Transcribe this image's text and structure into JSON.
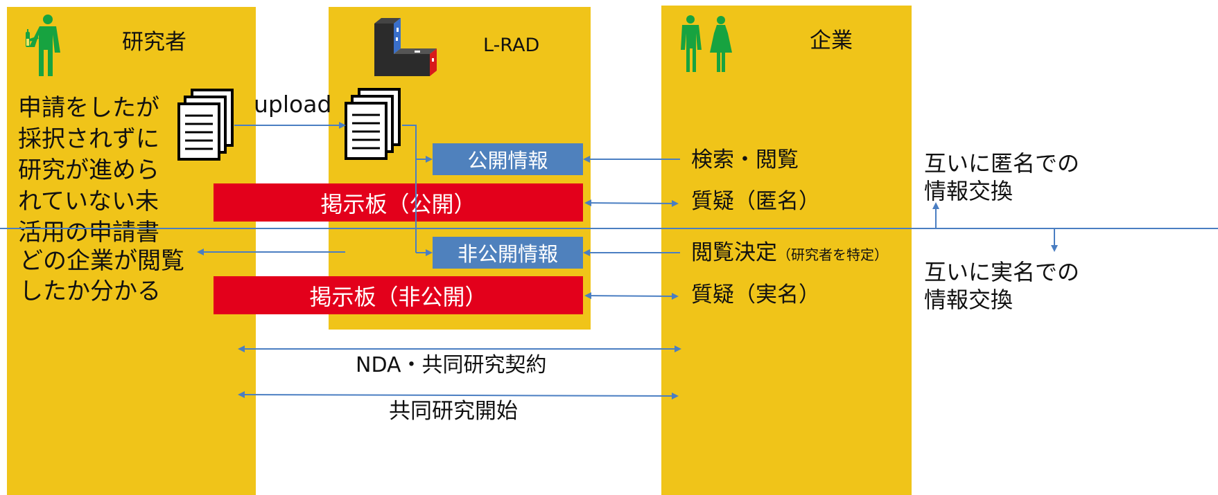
{
  "columns": {
    "researcher": {
      "title": "研究者"
    },
    "lrad": {
      "title": "L-RAD"
    },
    "company": {
      "title": "企業"
    }
  },
  "researcher_note": [
    "申請をしたが",
    "採択されずに",
    "研究が進めら",
    "れていない未",
    "活用の申請書"
  ],
  "upload_label": "upload",
  "public_info": "公開情報",
  "private_info": "非公開情報",
  "board_public": "掲示板（公開）",
  "board_private": "掲示板（非公開）",
  "company_actions": {
    "search": "検索・閲覧",
    "qa_anonymous": "質疑（匿名）",
    "view_decision": "閲覧決定",
    "view_decision_note": "（研究者を特定）",
    "qa_named": "質疑（実名）"
  },
  "viewed_notice": [
    "どの企業が閲覧",
    "したか分かる"
  ],
  "anonymous_exchange": [
    "互いに匿名での",
    "情報交換"
  ],
  "named_exchange": [
    "互いに実名での",
    "情報交換"
  ],
  "nda_label": "NDA・共同研究契約",
  "joint_start_label": "共同研究開始",
  "colors": {
    "column": "#f0c419",
    "arrow": "#4a7ec2",
    "info_box": "#4f81bd",
    "board": "#e3001b"
  }
}
